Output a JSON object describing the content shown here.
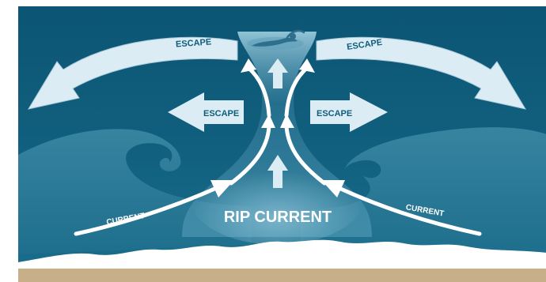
{
  "diagram": {
    "title": "RIP CURRENT",
    "labels": {
      "escape_top_left": "ESCAPE",
      "escape_top_right": "ESCAPE",
      "escape_mid_left": "ESCAPE",
      "escape_mid_right": "ESCAPE",
      "current_left": "CURRENT",
      "current_right": "CURRENT"
    },
    "colors": {
      "deep_water": "#0d5a78",
      "mid_water": "#1a6f90",
      "wave": "#2d7f9c",
      "channel": "#a9d3e2",
      "escape_arrow": "#dcecf4",
      "arrow_white": "#ffffff",
      "sand": "#c7b089",
      "foam": "#ffffff",
      "swimmer": "#2f6f8c"
    },
    "icons": [
      "swimmer-icon"
    ]
  }
}
